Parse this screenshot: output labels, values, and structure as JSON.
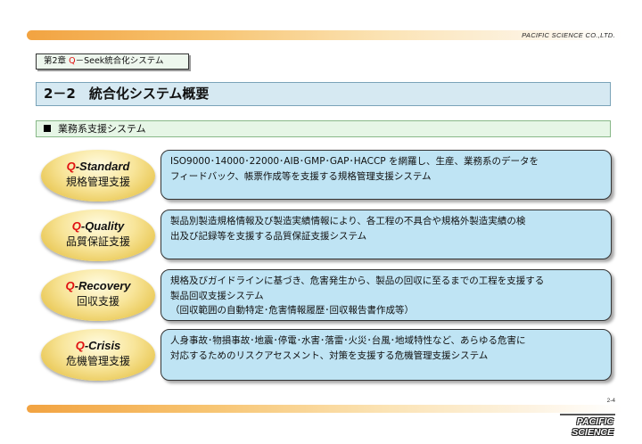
{
  "header": {
    "company": "PACIFIC SCIENCE CO.,LTD.",
    "chapter_prefix": "第2章 ",
    "chapter_q": "Q",
    "chapter_suffix": "－Seek統合化システム"
  },
  "title": "2－2　統合化システム概要",
  "subsection": "業務系支援システム",
  "items": [
    {
      "q": "Q",
      "name": "-Standard",
      "ja": "規格管理支援",
      "lines": [
        "ISO9000･14000･22000･AIB･GMP･GAP･HACCP を網羅し、生産、業務系のデータを",
        "フィードバック、帳票作成等を支援する規格管理支援システム"
      ]
    },
    {
      "q": "Q",
      "name": "-Quality",
      "ja": "品質保証支援",
      "lines": [
        "製品別製造規格情報及び製造実績情報により、各工程の不具合や規格外製造実績の検",
        "出及び記録等を支援する品質保証支援システム"
      ]
    },
    {
      "q": "Q",
      "name": "-Recovery",
      "ja": "回収支援",
      "lines": [
        "規格及びガイドラインに基づき、危害発生から、製品の回収に至るまでの工程を支援する",
        "製品回収支援システム",
        "（回収範囲の自動特定･危害情報履歴･回収報告書作成等）"
      ]
    },
    {
      "q": "Q",
      "name": "-Crisis",
      "ja": "危機管理支援",
      "lines": [
        "人身事故･物損事故･地震･停電･水害･落雷･火災･台風･地域特性など、あらゆる危害に",
        "対応するためのリスクアセスメント、対策を支援する危機管理支援システム"
      ]
    }
  ],
  "footer": {
    "page": "2-4",
    "logo_line1": "PACIFIC",
    "logo_line2": "SCIENCE"
  }
}
